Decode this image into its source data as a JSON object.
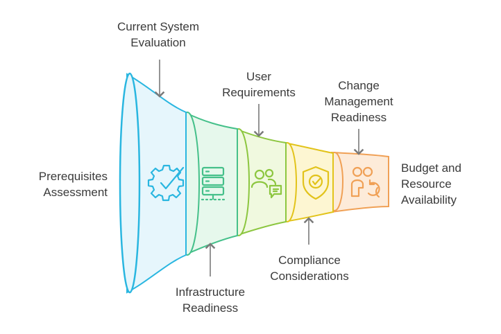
{
  "title": "",
  "stages": [
    {
      "label_lines": [
        "Prerequisites",
        "Assessment"
      ],
      "icon": "gear-check-icon",
      "color": "#29b6e0",
      "fill": "#e6f6fc"
    },
    {
      "label_lines": [
        "Infrastructure",
        "Readiness"
      ],
      "icon": "server-icon",
      "color": "#45c08a",
      "fill": "#e6f8ec"
    },
    {
      "label_lines": [
        "User",
        "Requirements"
      ],
      "icon": "users-chat-icon",
      "color": "#8cc63f",
      "fill": "#f0f9df"
    },
    {
      "label_lines": [
        "Compliance",
        "Considerations"
      ],
      "icon": "shield-check-icon",
      "color": "#e2c31a",
      "fill": "#fdf6d2"
    },
    {
      "label_lines": [
        "Change",
        "Management",
        "Readiness"
      ],
      "icon": "people-refresh-icon",
      "color": "#f0a055",
      "fill": "#fdebd9"
    }
  ],
  "extra_labels": {
    "current_system": [
      "Current System",
      "Evaluation"
    ],
    "budget": [
      "Budget and",
      "Resource",
      "Availability"
    ]
  }
}
